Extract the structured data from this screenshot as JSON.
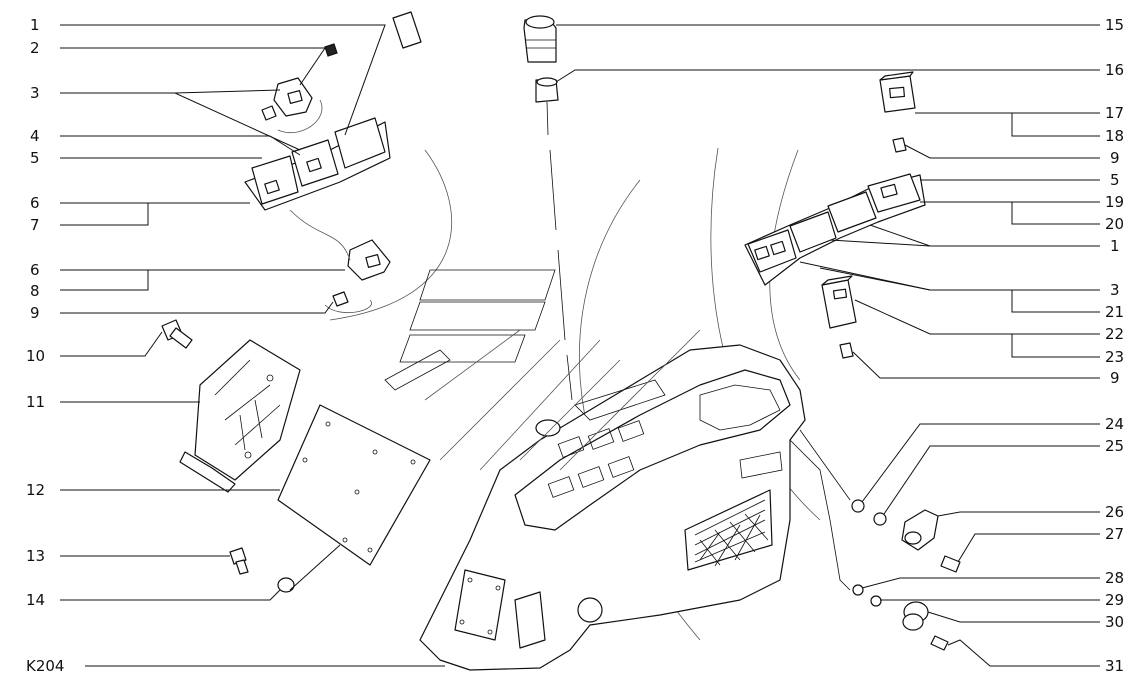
{
  "drawing_code": "K204",
  "callouts_left": [
    "1",
    "2",
    "3",
    "4",
    "5",
    "6",
    "7",
    "6",
    "8",
    "9",
    "10",
    "11",
    "12",
    "13",
    "14"
  ],
  "callouts_right": [
    "15",
    "16",
    "17",
    "18",
    "9",
    "5",
    "19",
    "20",
    "1",
    "3",
    "21",
    "22",
    "23",
    "9",
    "24",
    "25",
    "26",
    "27",
    "28",
    "29",
    "30",
    "31"
  ]
}
